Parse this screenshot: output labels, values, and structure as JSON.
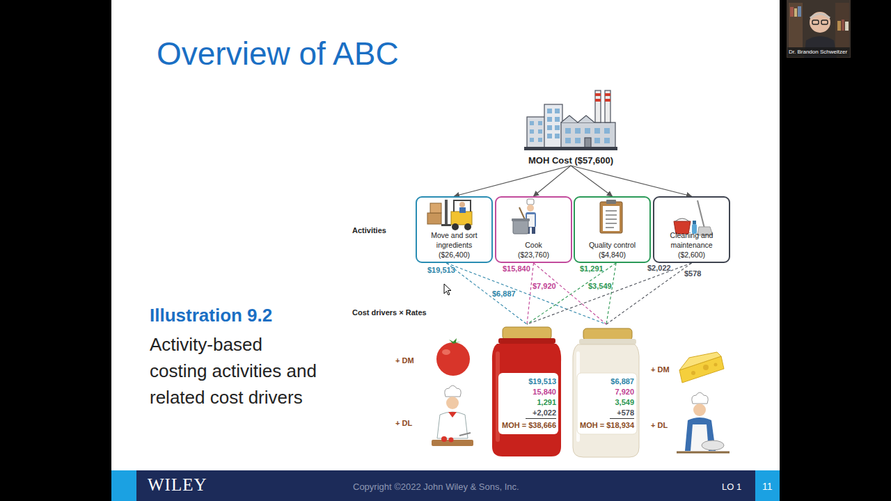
{
  "diagram": {
    "title": "Overview of ABC",
    "nodes": [
      {
        "text": [
          "MOH Cost ($57,600)"
        ]
      },
      {
        "text": [
          "Move and sort ingredients",
          "($26,400)"
        ]
      },
      {
        "text": [
          "Cook",
          "($23,760)"
        ]
      },
      {
        "text": [
          "Quality control",
          "($4,840)"
        ]
      },
      {
        "text": [
          "Cleaning and maintenance",
          "($2,600)"
        ]
      },
      {
        "text": [
          "$19,513",
          "15,840",
          "1,291",
          "+2,022",
          "MOH = $38,666"
        ]
      },
      {
        "text": [
          "$6,887",
          "7,920",
          "3,549",
          "+578",
          "MOH = $18,934"
        ]
      }
    ],
    "edges": [
      {
        "from": 0,
        "to": 1,
        "arrow": "to"
      },
      {
        "from": 0,
        "to": 2,
        "arrow": "to"
      },
      {
        "from": 0,
        "to": 3,
        "arrow": "to"
      },
      {
        "from": 0,
        "to": 4,
        "arrow": "to"
      },
      {
        "from": 1,
        "to": 5,
        "label": "$19,513",
        "arrow": "none"
      },
      {
        "from": 1,
        "to": 6,
        "label": "$6,887",
        "arrow": "none"
      },
      {
        "from": 2,
        "to": 5,
        "label": "$15,840",
        "arrow": "none"
      },
      {
        "from": 2,
        "to": 6,
        "label": "$7,920",
        "arrow": "none"
      },
      {
        "from": 3,
        "to": 5,
        "label": "$1,291",
        "arrow": "none"
      },
      {
        "from": 3,
        "to": 6,
        "label": "$3,549",
        "arrow": "none"
      },
      {
        "from": 4,
        "to": 5,
        "label": "$2,022",
        "arrow": "none"
      },
      {
        "from": 4,
        "to": 6,
        "label": "$578",
        "arrow": "none"
      }
    ],
    "labels": [
      "Activities",
      "Cost drivers × Rates",
      "+ DM",
      "+ DM",
      "+ DL",
      "+ DL",
      "Illustration 9.2",
      "Activity-based costing activities and related cost drivers",
      "WILEY",
      "Copyright ©2022 John Wiley & Sons, Inc.",
      "LO 1",
      "11",
      "Dr. Brandon Schweitzer"
    ]
  }
}
